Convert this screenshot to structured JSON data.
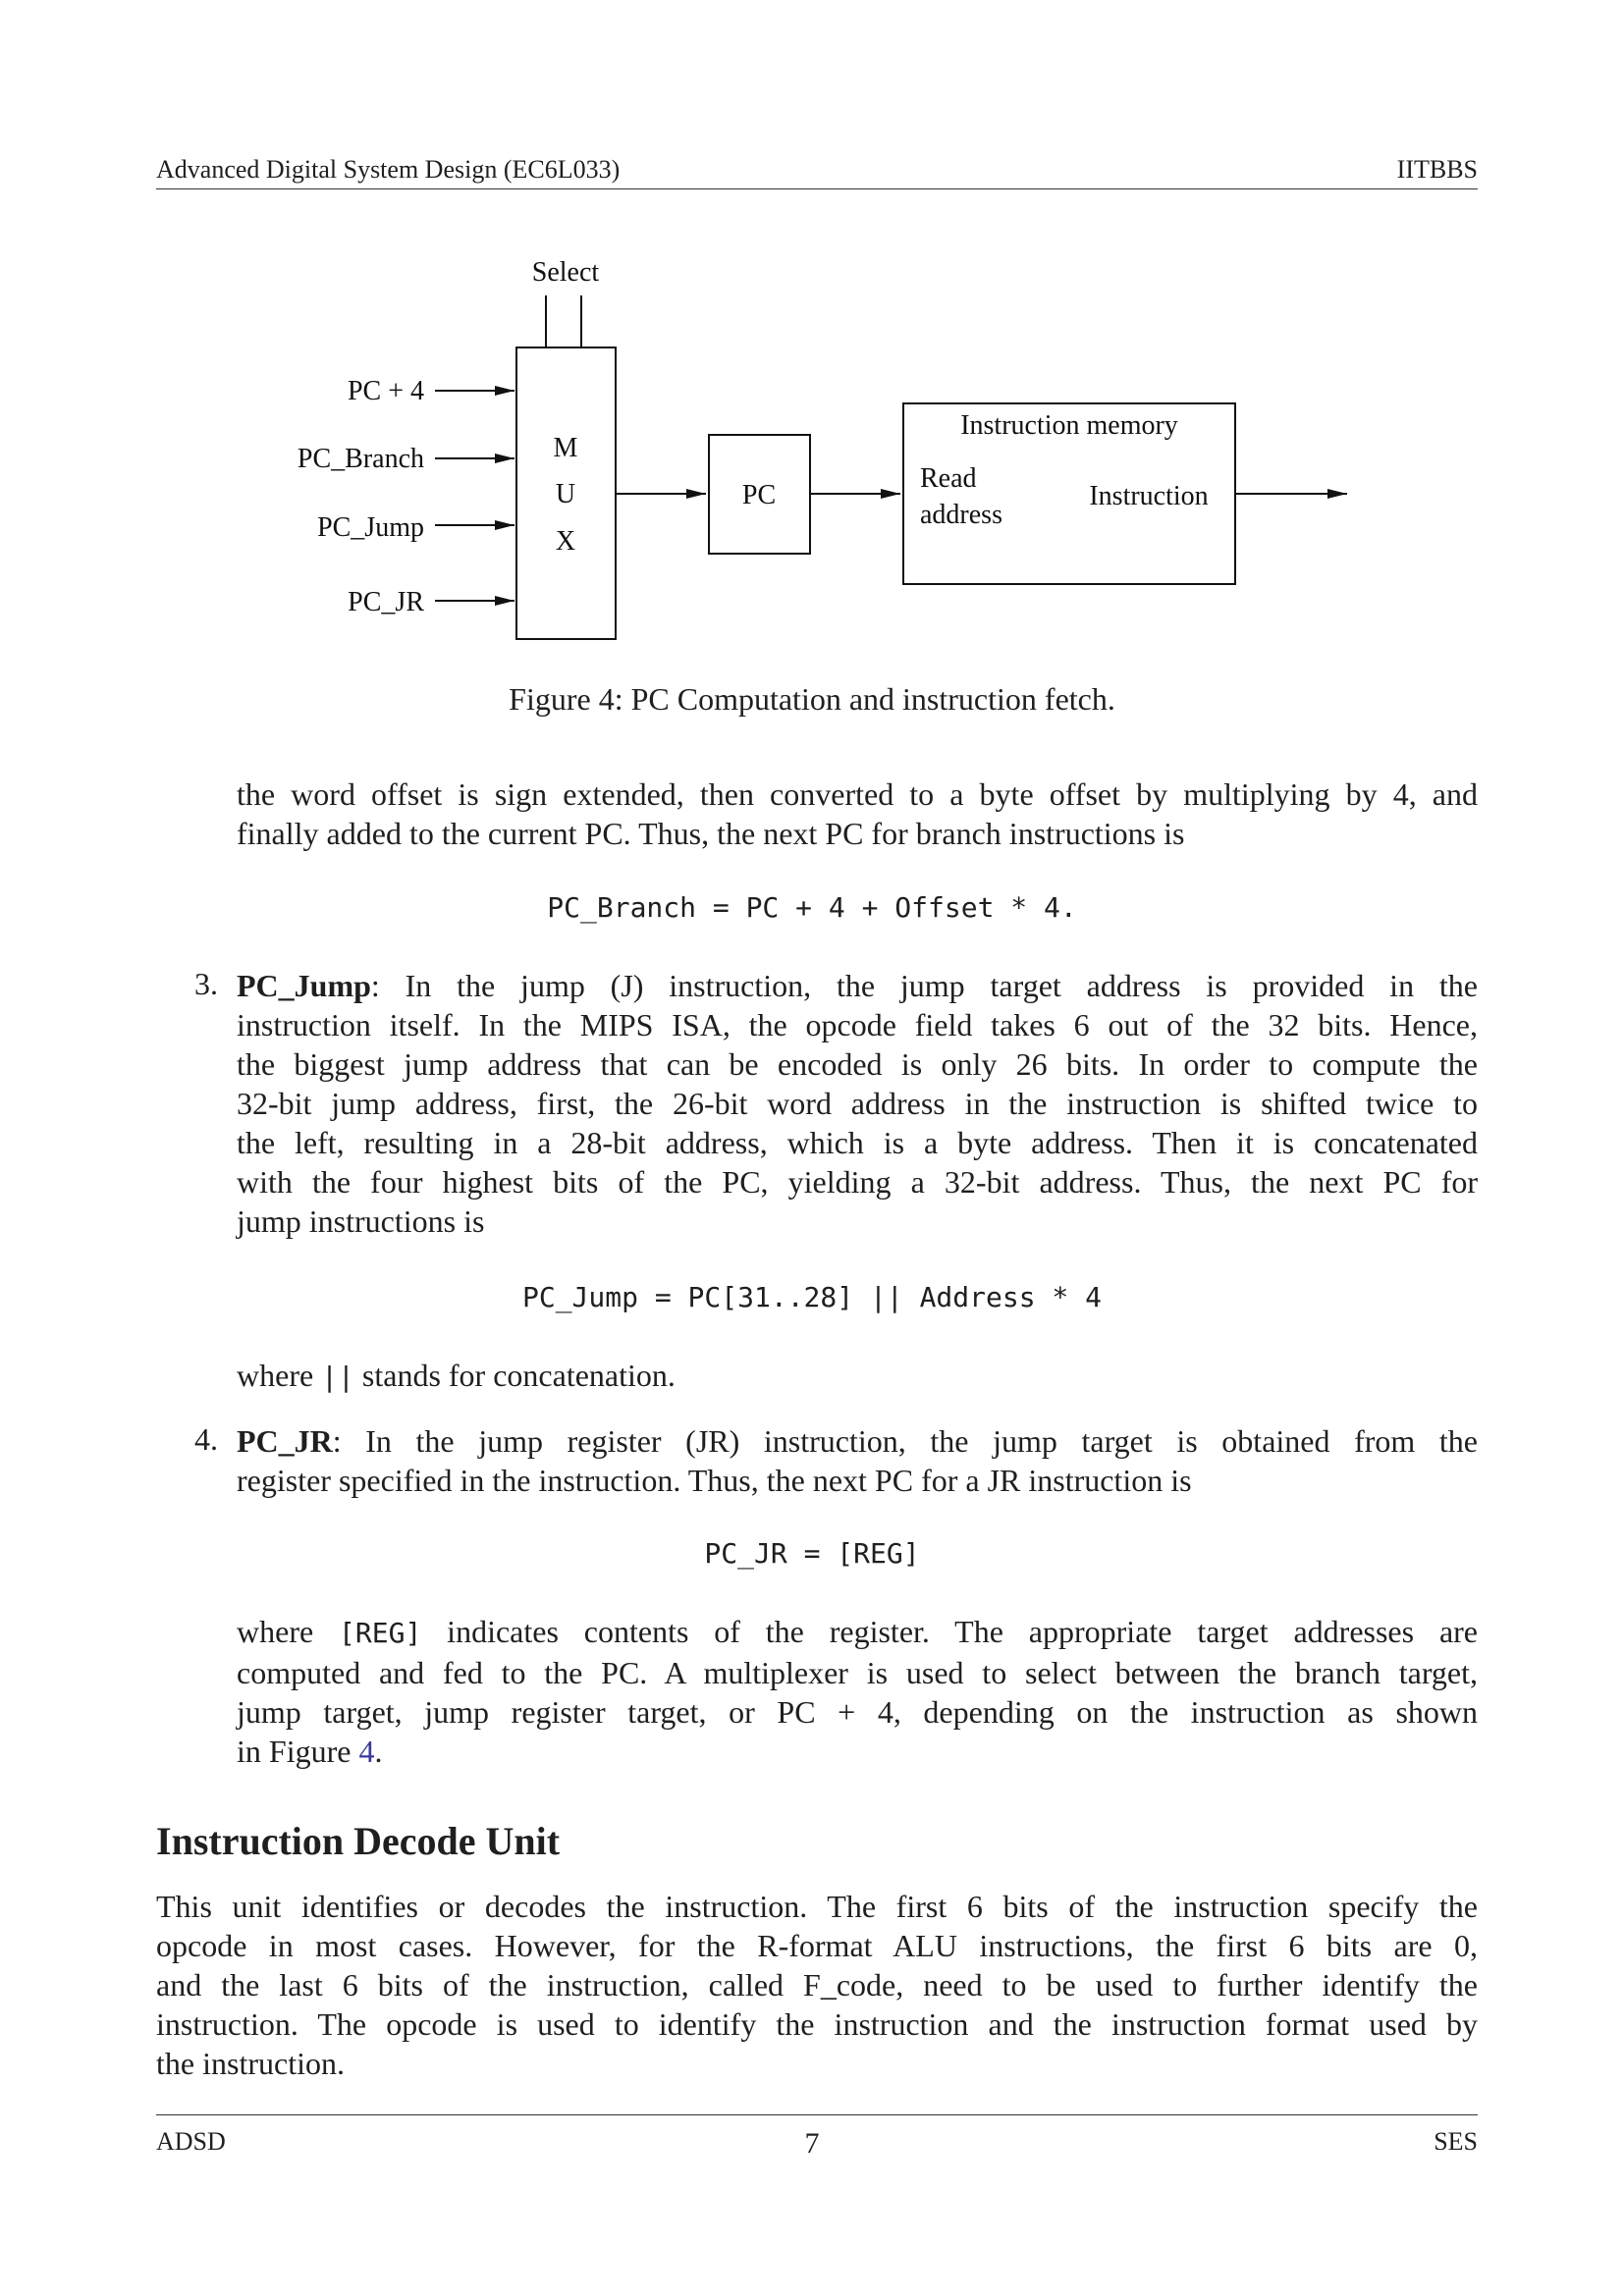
{
  "header": {
    "left": "Advanced Digital System Design (EC6L033)",
    "right": "IITBBS"
  },
  "figure": {
    "select_label": "Select",
    "inputs": [
      "PC + 4",
      "PC_Branch",
      "PC_Jump",
      "PC_JR"
    ],
    "mux_letters": [
      "M",
      "U",
      "X"
    ],
    "pc_label": "PC",
    "memory_title": "Instruction memory",
    "read_label_1": "Read",
    "read_label_2": "address",
    "instruction_label": "Instruction",
    "caption": "Figure 4: PC Computation and instruction fetch."
  },
  "branch_cont": {
    "line1": "the word offset is sign extended, then converted to a byte offset by multiplying by 4, and",
    "line2": "finally added to the current PC. Thus, the next PC for branch instructions is",
    "equation": "PC_Branch = PC + 4 + Offset * 4."
  },
  "item3": {
    "number": "3.",
    "term": "PC_Jump",
    "lines": [
      ": In the jump (J) instruction, the jump target address is provided in the",
      "instruction itself. In the MIPS ISA, the opcode field takes 6 out of the 32 bits. Hence,",
      "the biggest jump address that can be encoded is only 26 bits. In order to compute the",
      "32-bit jump address, first, the 26-bit word address in the instruction is shifted twice to",
      "the left, resulting in a 28-bit address, which is a byte address. Then it is concatenated",
      "with the four highest bits of the PC, yielding a 32-bit address. Thus, the next PC for",
      "jump instructions is"
    ],
    "equation": "PC_Jump = PC[31..28] || Address * 4",
    "where_pre": "where ",
    "where_code": "||",
    "where_post": " stands for concatenation."
  },
  "item4": {
    "number": "4.",
    "term": "PC_JR",
    "line1_rest": ": In the jump register (JR) instruction, the jump target is obtained from the",
    "line2": "register specified in the instruction. Thus, the next PC for a JR instruction is",
    "equation": "PC_JR = [REG]",
    "where_pre": "where ",
    "where_code": "[REG]",
    "where_post": " indicates contents of the register. The appropriate target addresses are",
    "line_b": "computed and fed to the PC. A multiplexer is used to select between the branch target,",
    "line_c": "jump target, jump register target, or PC + 4, depending on the instruction as shown",
    "line_d_pre": "in Figure ",
    "line_d_ref": "4",
    "line_d_post": "."
  },
  "section": {
    "title": "Instruction Decode Unit",
    "lines": [
      "This unit identifies or decodes the instruction. The first 6 bits of the instruction specify the",
      "opcode in most cases. However, for the R-format ALU instructions, the first 6 bits are 0,",
      "and the last 6 bits of the instruction, called F_code, need to be used to further identify the",
      "instruction. The opcode is used to identify the instruction and the instruction format used by",
      "the instruction."
    ]
  },
  "footer": {
    "left": "ADSD",
    "center": "7",
    "right": "SES"
  }
}
